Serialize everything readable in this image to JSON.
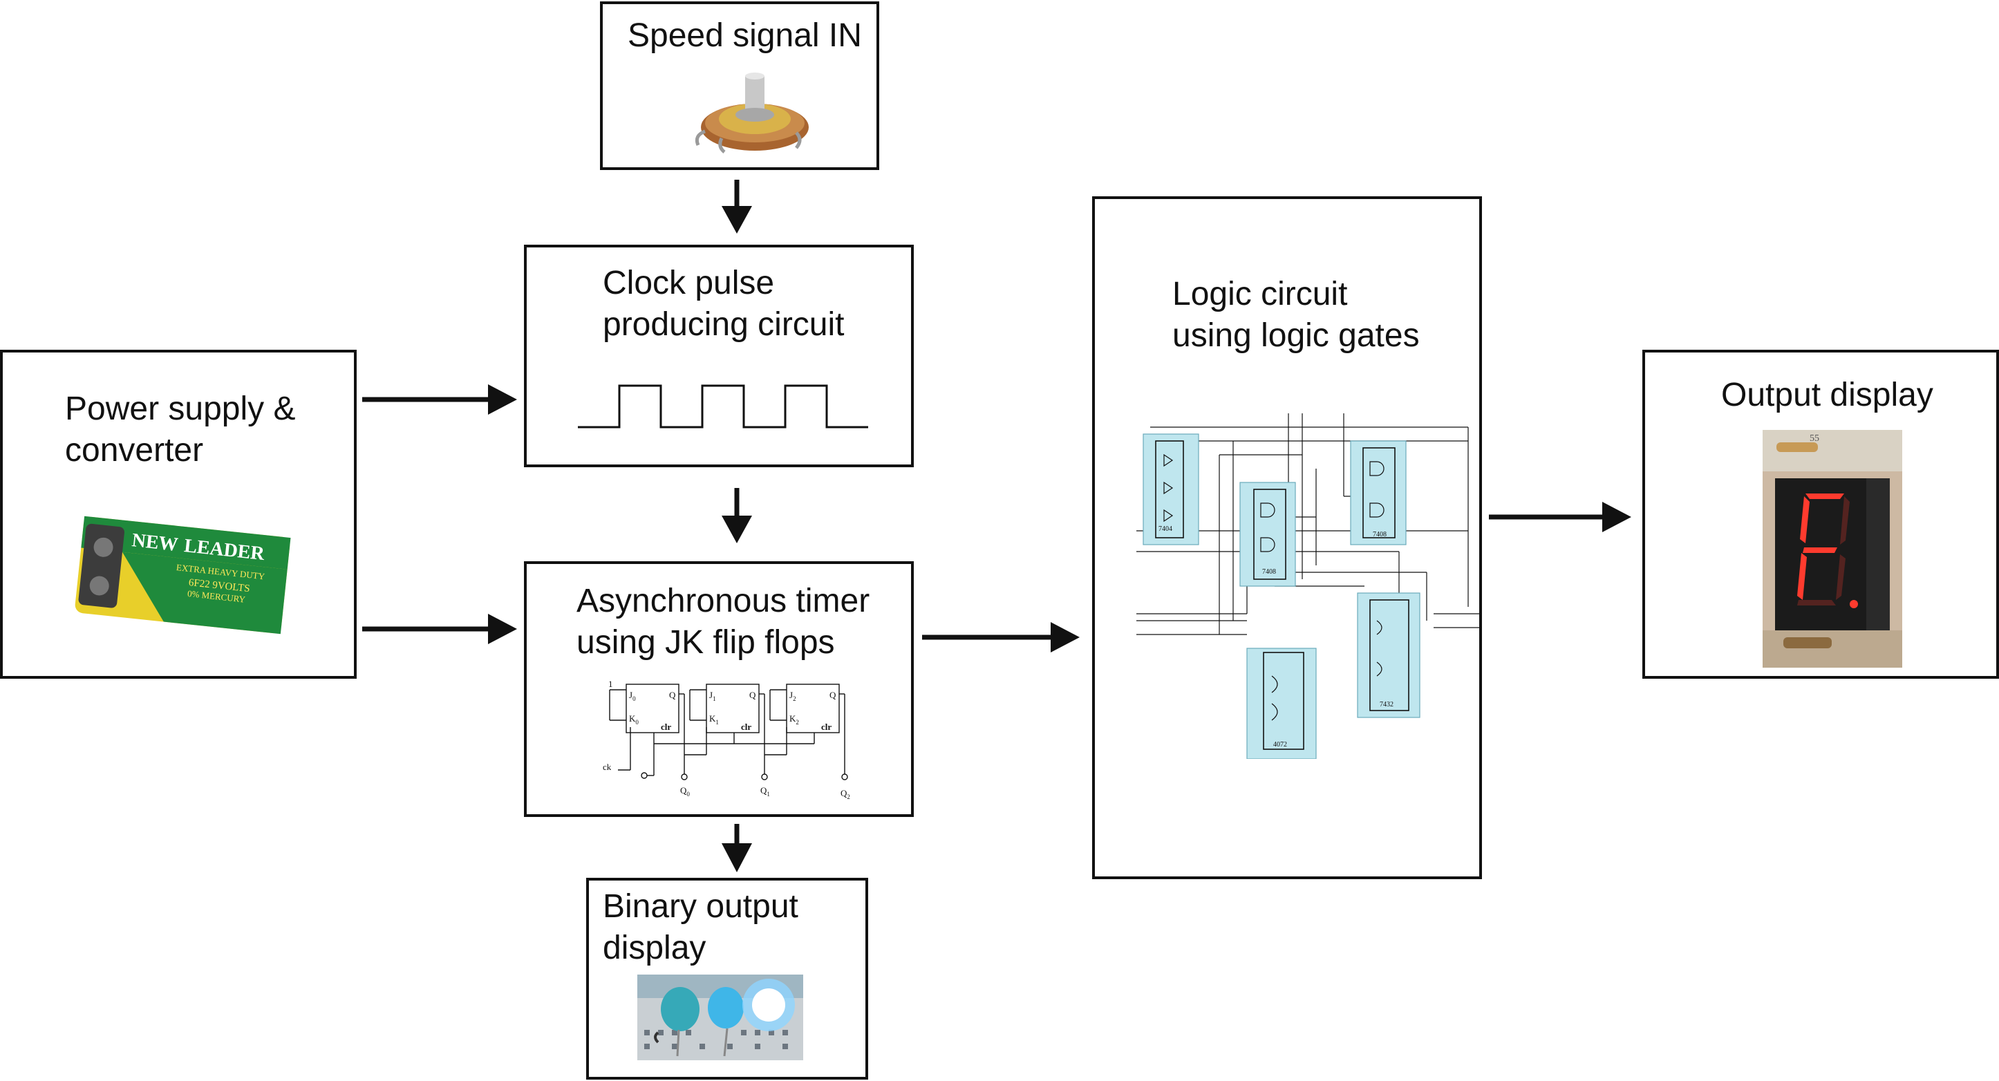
{
  "blocks": {
    "speed": "Speed signal IN",
    "clock": "Clock pulse\nproducing circuit",
    "power": "Power supply &\nconverter",
    "timer": "Asynchronous timer\nusing JK flip flops",
    "binary": "Binary output\ndisplay",
    "logic": "Logic circuit\nusing logic gates",
    "output": "Output display"
  },
  "battery": {
    "brand_new": "NEW",
    "brand_leader": "LEADER",
    "duty": "EXTRA HEAVY DUTY",
    "model": "6F22 9VOLTS",
    "mercury": "0% MERCURY"
  },
  "jk": {
    "one": "1",
    "ck": "ck",
    "ff": [
      {
        "j": "J",
        "k": "K",
        "sub": "0",
        "q": "Q",
        "clr": "clr",
        "out": "Q",
        "out_sub": "0"
      },
      {
        "j": "J",
        "k": "K",
        "sub": "1",
        "q": "Q",
        "clr": "clr",
        "out": "Q",
        "out_sub": "1"
      },
      {
        "j": "J",
        "k": "K",
        "sub": "2",
        "q": "Q",
        "clr": "clr",
        "out": "Q",
        "out_sub": "2"
      }
    ]
  },
  "chips": {
    "c1": "7404",
    "c2": "7408",
    "c3": "7408",
    "c4": "7432",
    "c5": "4072"
  },
  "seg_board_label": "55",
  "colors": {
    "ink": "#111111",
    "chip": "#bfe6ee",
    "battery_green": "#1f8a3c",
    "battery_yellow": "#e8cf2a",
    "segment_red": "#ff3b2e",
    "led_blue": "#3fb6e8"
  }
}
